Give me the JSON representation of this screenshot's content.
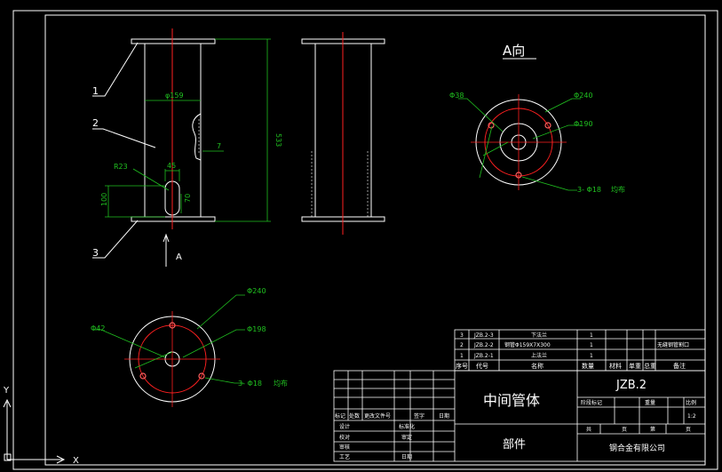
{
  "colors": {
    "background": "#000000",
    "outline": "#ffffff",
    "centerline": "#ff2020",
    "dimension": "#20c020",
    "callout": "#ffffff"
  },
  "view_a_title": "A向",
  "callouts": {
    "part1": "1",
    "part2": "2",
    "part3": "3"
  },
  "front_view": {
    "d_pipe": "φ159",
    "height": "533",
    "r_slot": "R23",
    "w_slot": "45",
    "h_slot": "100",
    "slot_inner": "70",
    "weld": "7",
    "arrow_label": "A"
  },
  "view_a": {
    "d_bolt_hole": "Φ38",
    "d_outer": "Φ240",
    "d_pcd": "Φ190",
    "note": "3- Φ18",
    "note_suffix": "均布"
  },
  "bottom_view": {
    "d_outer": "Φ240",
    "d_hole": "Φ42",
    "d_pcd": "Φ198",
    "note": "3- Φ18",
    "note_suffix": "均布"
  },
  "bom": {
    "rows": [
      {
        "no": "3",
        "code": "JZB.2-3",
        "name": "下法兰",
        "qty": "1",
        "note": ""
      },
      {
        "no": "2",
        "code": "JZB.2-2",
        "name": "钢管Φ159X7X300",
        "qty": "1",
        "note": "无缝钢管割口"
      },
      {
        "no": "1",
        "code": "JZB.2-1",
        "name": "上法兰",
        "qty": "1",
        "note": ""
      }
    ],
    "headers": [
      "序号",
      "代号",
      "名称",
      "数量",
      "材料",
      "单重",
      "总重",
      "备注"
    ]
  },
  "title_block": {
    "part_name": "中间管体",
    "drawing_no": "JZB.2",
    "category": "部件",
    "company": "钢合金有限公司",
    "stage_label": "阶段标记",
    "weight_label": "重量",
    "scale_label": "比例",
    "scale": "1:2",
    "sheet_total": "共",
    "sheet_unit": "页",
    "sheet_no": "第",
    "rev_headers": [
      "标记",
      "处数",
      "更改文件号",
      "签字",
      "日期"
    ],
    "roles": [
      "设计",
      "校对",
      "审核",
      "工艺"
    ],
    "std_label": "标准化",
    "approve_label": "审定",
    "date_label": "日期"
  },
  "ucs": {
    "x": "X",
    "y": "Y"
  }
}
